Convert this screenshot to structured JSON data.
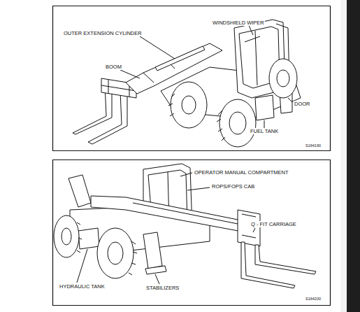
{
  "diagram": {
    "labels": [
      "WINDSHIELD WIPER",
      "OUTER EXTENSION CYLINDER",
      "BOOM",
      "DOOR",
      "FUEL TANK",
      "S164190",
      "OPERATOR MANUAL COMPARTMENT",
      "ROPS/FOPS CAB",
      "Q - FIT CARRIAGE",
      "HYDRAULIC TANK",
      "STABILIZERS",
      "S164200"
    ]
  }
}
